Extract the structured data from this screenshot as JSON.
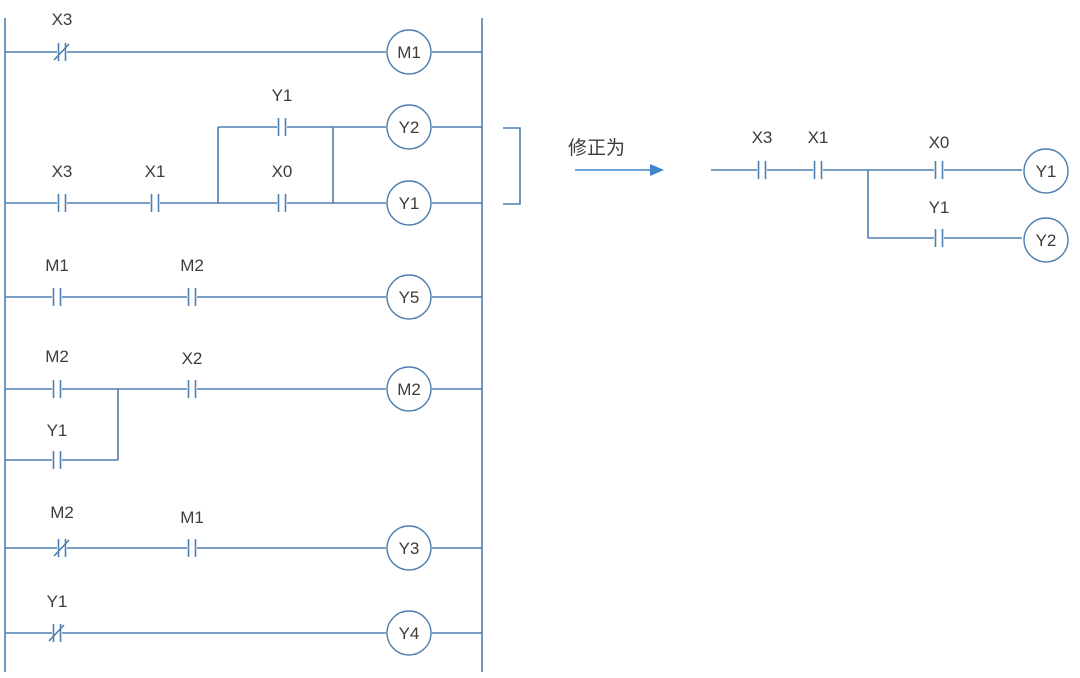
{
  "colors": {
    "wire": "#4f7fb0",
    "arrow": "#3f86cc",
    "text": "#3c3c3c"
  },
  "left_ladder": {
    "rung1": {
      "contact_x3": "X3",
      "coil_m1": "M1"
    },
    "rung2": {
      "contact_y1": "Y1",
      "coil_y2": "Y2",
      "contact_x3": "X3",
      "contact_x1": "X1",
      "contact_x0": "X0",
      "coil_y1": "Y1"
    },
    "rung3": {
      "contact_m1": "M1",
      "contact_m2": "M2",
      "coil_y5": "Y5"
    },
    "rung4": {
      "contact_m2": "M2",
      "contact_x2": "X2",
      "coil_m2": "M2",
      "contact_y1": "Y1"
    },
    "rung5": {
      "contact_m2": "M2",
      "contact_m1": "M1",
      "coil_y3": "Y3"
    },
    "rung6": {
      "contact_y1": "Y1",
      "coil_y4": "Y4"
    }
  },
  "correction_label": "修正为",
  "right_ladder": {
    "contact_x3": "X3",
    "contact_x1": "X1",
    "contact_x0": "X0",
    "coil_y1": "Y1",
    "contact_y1": "Y1",
    "coil_y2": "Y2"
  }
}
